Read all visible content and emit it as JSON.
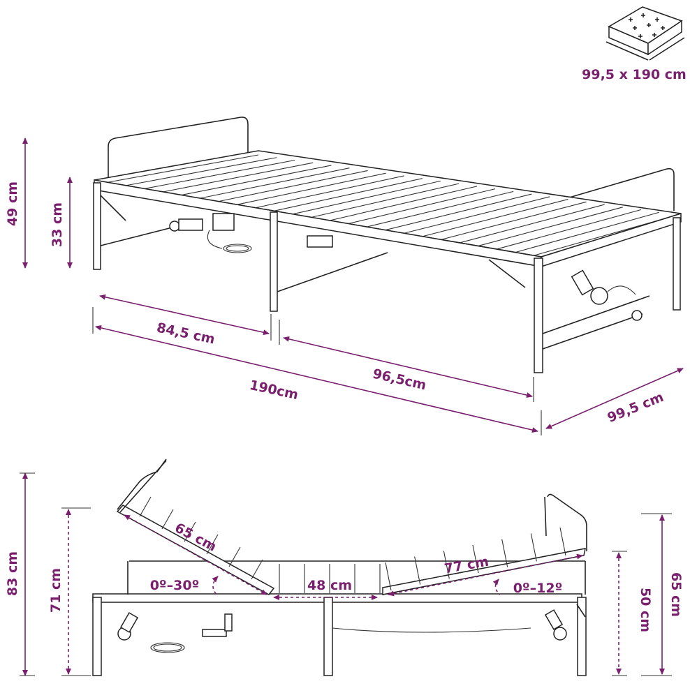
{
  "colors": {
    "accent": "#7a1f6e",
    "outline": "#222222",
    "background": "#ffffff"
  },
  "icons": {
    "mattress": "mattress-icon"
  },
  "mattress": {
    "size_label": "99,5 x 190 cm"
  },
  "flat_view": {
    "height_total": "49 cm",
    "height_frame": "33 cm",
    "length_head_section": "84,5 cm",
    "length_foot_section": "96,5cm",
    "length_total": "190cm",
    "width": "99,5 cm"
  },
  "raised_view": {
    "height_max": "83 cm",
    "height_head": "71 cm",
    "back_section": "65 cm",
    "back_angle": "0º–30º",
    "middle_section": "48 cm",
    "leg_section": "77 cm",
    "leg_angle": "0º–12º",
    "height_leg_end": "50 cm",
    "height_leg_max": "65 cm"
  }
}
